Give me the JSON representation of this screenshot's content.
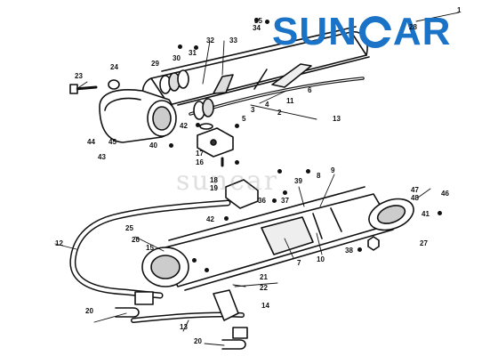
{
  "brand": {
    "logo_text": "SUNCAR",
    "watermark": "suncar",
    "color": "#1a73c7"
  },
  "callouts": [
    "1",
    "2",
    "3",
    "4",
    "5",
    "6",
    "7",
    "8",
    "9",
    "10",
    "11",
    "12",
    "13",
    "14",
    "15",
    "16",
    "17",
    "18",
    "19",
    "20",
    "21",
    "22",
    "23",
    "24",
    "25",
    "26",
    "27",
    "28",
    "29",
    "30",
    "31",
    "32",
    "33",
    "34",
    "35",
    "36",
    "37",
    "38",
    "39",
    "40",
    "41",
    "42",
    "43",
    "44",
    "45",
    "46",
    "47",
    "48"
  ]
}
